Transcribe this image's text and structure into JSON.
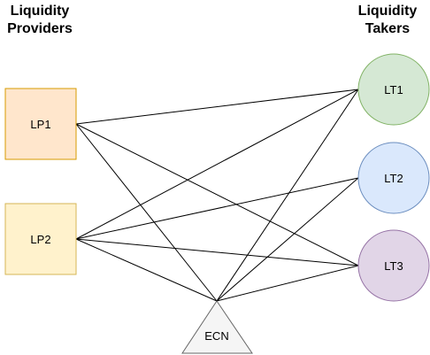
{
  "headings": {
    "providers": [
      "Liquidity",
      "Providers"
    ],
    "takers": [
      "Liquidity",
      "Takers"
    ]
  },
  "nodes": {
    "lp1": {
      "label": "LP1",
      "fill": "#ffe6cc",
      "stroke": "#d79b00"
    },
    "lp2": {
      "label": "LP2",
      "fill": "#fff2cc",
      "stroke": "#d6b656"
    },
    "lt1": {
      "label": "LT1",
      "fill": "#d5e8d4",
      "stroke": "#82b366"
    },
    "lt2": {
      "label": "LT2",
      "fill": "#dae8fc",
      "stroke": "#6c8ebf"
    },
    "lt3": {
      "label": "LT3",
      "fill": "#e1d5e7",
      "stroke": "#9673a6"
    },
    "ecn": {
      "label": "ECN",
      "fill": "#f5f5f5",
      "stroke": "#666666"
    }
  },
  "edges": [
    [
      "lp1",
      "lt1"
    ],
    [
      "lp1",
      "lt3"
    ],
    [
      "lp1",
      "ecn"
    ],
    [
      "lp2",
      "lt1"
    ],
    [
      "lp2",
      "lt2"
    ],
    [
      "lp2",
      "lt3"
    ],
    [
      "lp2",
      "ecn"
    ],
    [
      "ecn",
      "lt1"
    ],
    [
      "ecn",
      "lt2"
    ],
    [
      "ecn",
      "lt3"
    ]
  ]
}
